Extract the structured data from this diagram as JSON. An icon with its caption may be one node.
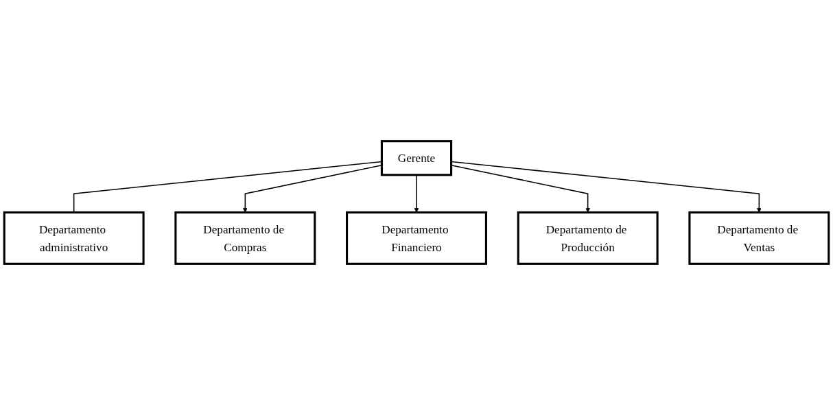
{
  "diagram": {
    "nodes": [
      {
        "text": [
          "Gerente"
        ]
      },
      {
        "text": [
          "Departamento administrativo"
        ]
      },
      {
        "text": [
          "Departamento de Compras"
        ]
      },
      {
        "text": [
          "Departamento Financiero"
        ]
      },
      {
        "text": [
          "Departamento de Producción"
        ]
      },
      {
        "text": [
          "Departamento de Ventas"
        ]
      }
    ],
    "edges": [
      {
        "from": 0,
        "to": 1,
        "arrow": "none"
      },
      {
        "from": 0,
        "to": 2,
        "arrow": "to"
      },
      {
        "from": 0,
        "to": 3,
        "arrow": "to"
      },
      {
        "from": 0,
        "to": 4,
        "arrow": "to"
      },
      {
        "from": 0,
        "to": 5,
        "arrow": "to"
      }
    ]
  }
}
